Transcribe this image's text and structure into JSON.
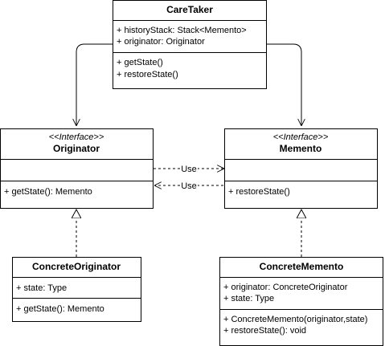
{
  "classes": {
    "caretaker": {
      "name": "CareTaker",
      "attributes": [
        "+ historyStack: Stack<Memento>",
        "+ originator: Originator"
      ],
      "methods": [
        "+ getState()",
        "+ restoreState()"
      ]
    },
    "originator": {
      "stereotype": "<<Interface>>",
      "name": "Originator",
      "attributes": [],
      "methods": [
        "+ getState(): Memento"
      ]
    },
    "memento": {
      "stereotype": "<<Interface>>",
      "name": "Memento",
      "attributes": [],
      "methods": [
        "+ restoreState()"
      ]
    },
    "concrete_originator": {
      "name": "ConcreteOriginator",
      "attributes": [
        "+ state: Type"
      ],
      "methods": [
        "+ getState(): Memento"
      ]
    },
    "concrete_memento": {
      "name": "ConcreteMemento",
      "attributes": [
        "+ originator: ConcreteOriginator",
        "+ state: Type"
      ],
      "methods": [
        "+ ConcreteMemento(originator,state)",
        "+ restoreState(): void"
      ]
    }
  },
  "relations": {
    "use_to_memento": "Use",
    "use_to_originator": "Use"
  }
}
